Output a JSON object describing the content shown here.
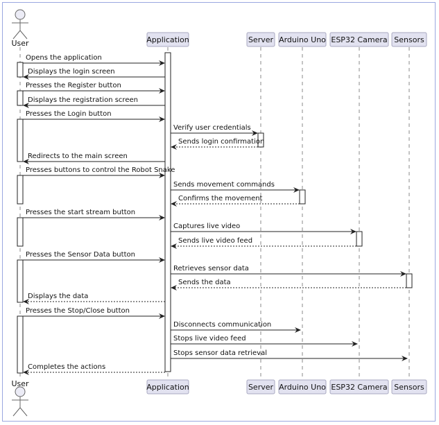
{
  "participants": [
    {
      "id": "user",
      "label": "User",
      "kind": "actor"
    },
    {
      "id": "app",
      "label": "Application",
      "kind": "box"
    },
    {
      "id": "server",
      "label": "Server",
      "kind": "box"
    },
    {
      "id": "arduino",
      "label": "Arduino Uno",
      "kind": "box"
    },
    {
      "id": "esp32",
      "label": "ESP32 Camera",
      "kind": "box"
    },
    {
      "id": "sensors",
      "label": "Sensors",
      "kind": "box"
    }
  ],
  "messages": [
    {
      "from": "user",
      "to": "app",
      "text": "Opens the application",
      "style": "solid"
    },
    {
      "from": "app",
      "to": "user",
      "text": "Displays the login screen",
      "style": "solid"
    },
    {
      "from": "user",
      "to": "app",
      "text": "Presses the Register button",
      "style": "solid"
    },
    {
      "from": "app",
      "to": "user",
      "text": "Displays the registration screen",
      "style": "solid"
    },
    {
      "from": "user",
      "to": "app",
      "text": "Presses the Login button",
      "style": "solid"
    },
    {
      "from": "app",
      "to": "server",
      "text": "Verify user credentials",
      "style": "solid"
    },
    {
      "from": "server",
      "to": "app",
      "text": "Sends login confirmation",
      "style": "dashed"
    },
    {
      "from": "app",
      "to": "user",
      "text": "Redirects to the main screen",
      "style": "solid"
    },
    {
      "from": "user",
      "to": "app",
      "text": "Presses buttons to control the Robot Snake",
      "style": "solid"
    },
    {
      "from": "app",
      "to": "arduino",
      "text": "Sends movement commands",
      "style": "solid"
    },
    {
      "from": "arduino",
      "to": "app",
      "text": "Confirms the movement",
      "style": "dashed"
    },
    {
      "from": "user",
      "to": "app",
      "text": "Presses the start stream button",
      "style": "solid"
    },
    {
      "from": "app",
      "to": "esp32",
      "text": "Captures live video",
      "style": "solid"
    },
    {
      "from": "esp32",
      "to": "app",
      "text": "Sends live video feed",
      "style": "dashed"
    },
    {
      "from": "user",
      "to": "app",
      "text": "Presses the Sensor Data button",
      "style": "solid"
    },
    {
      "from": "app",
      "to": "sensors",
      "text": "Retrieves sensor data",
      "style": "solid"
    },
    {
      "from": "sensors",
      "to": "app",
      "text": "Sends the data",
      "style": "dashed"
    },
    {
      "from": "app",
      "to": "user",
      "text": "Displays the data",
      "style": "dashed"
    },
    {
      "from": "user",
      "to": "app",
      "text": "Presses the Stop/Close button",
      "style": "solid"
    },
    {
      "from": "app",
      "to": "arduino",
      "text": "Disconnects communication",
      "style": "solid"
    },
    {
      "from": "app",
      "to": "esp32",
      "text": "Stops live video feed",
      "style": "solid"
    },
    {
      "from": "app",
      "to": "sensors",
      "text": "Stops sensor data retrieval",
      "style": "solid"
    },
    {
      "from": "app",
      "to": "user",
      "text": "Completes the actions",
      "style": "dashed"
    }
  ]
}
